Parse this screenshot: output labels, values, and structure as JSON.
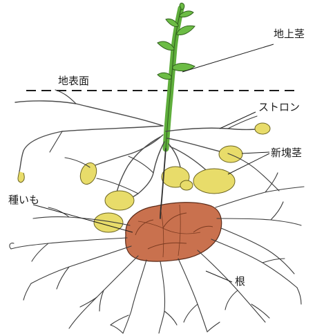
{
  "labels": {
    "above_ground_stem": "地上茎",
    "ground_surface": "地表面",
    "stolon": "ストロン",
    "new_tuber": "新塊茎",
    "seed_potato": "種いも",
    "root": "根"
  },
  "colors": {
    "stem_green": "#5fae3c",
    "tuber_yellow": "#e8dc6a",
    "seed_potato_brown": "#c9714e",
    "line_dark": "#2e2e2e"
  }
}
